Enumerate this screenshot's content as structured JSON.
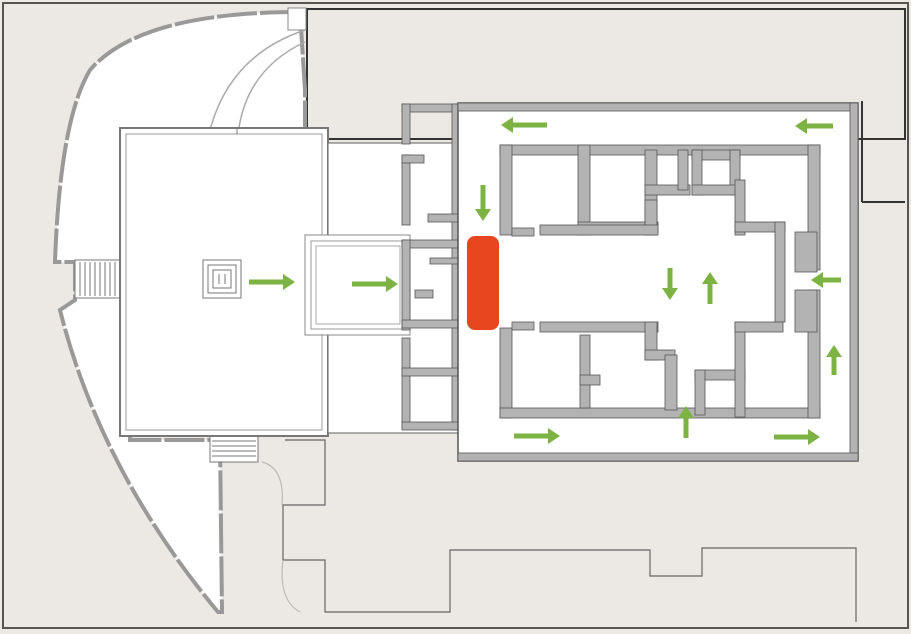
{
  "map": {
    "colors": {
      "background": "#ece9e4",
      "plot": "#ffffff",
      "wall": "#b3b3b3",
      "outline": "#555555",
      "arrow": "#7cb342",
      "highlight": "#e8461e"
    },
    "icons": {
      "arrow": "flow-arrow-icon",
      "highlight": "highlighted-wall-marker",
      "altar": "altar-icon",
      "stairs": "stairs-icon"
    },
    "arrows": [
      {
        "name": "arrow-forecourt-east",
        "direction": "east"
      },
      {
        "name": "arrow-gatehouse-east",
        "direction": "east"
      },
      {
        "name": "arrow-north-corridor-west-a",
        "direction": "west"
      },
      {
        "name": "arrow-north-corridor-west-b",
        "direction": "west"
      },
      {
        "name": "arrow-west-corridor-south",
        "direction": "south"
      },
      {
        "name": "arrow-central-hall-south",
        "direction": "south"
      },
      {
        "name": "arrow-central-hall-north",
        "direction": "north"
      },
      {
        "name": "arrow-east-corridor-west",
        "direction": "west"
      },
      {
        "name": "arrow-east-corridor-north",
        "direction": "north"
      },
      {
        "name": "arrow-south-corridor-east-a",
        "direction": "east"
      },
      {
        "name": "arrow-south-corridor-east-b",
        "direction": "east"
      },
      {
        "name": "arrow-south-room-north",
        "direction": "north"
      }
    ]
  }
}
